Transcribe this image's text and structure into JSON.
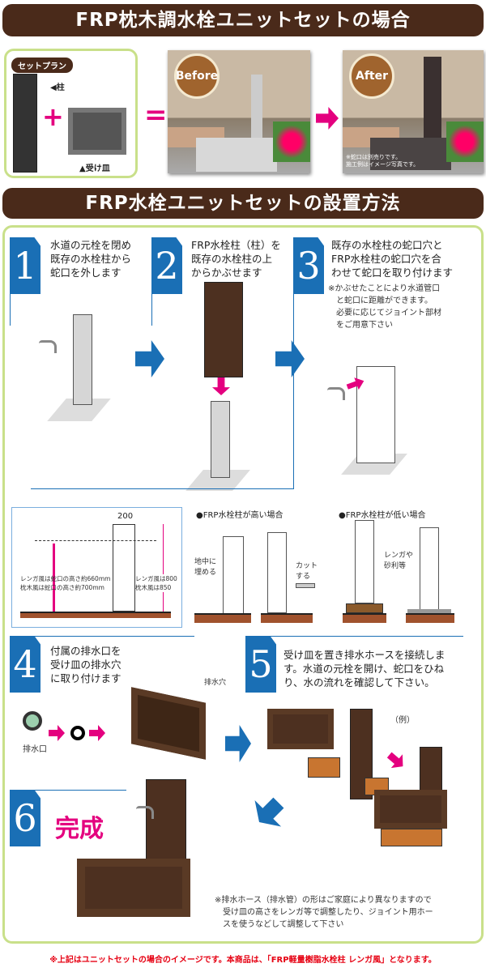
{
  "header1": "FRP枕木調水栓ユニットセットの場合",
  "set_plan": {
    "badge": "セットプラン",
    "pillar_label": "◀柱",
    "tray_label": "▲受け皿",
    "plus": "+",
    "equals": "="
  },
  "before_label": "Before",
  "after_label": "After",
  "after_note": "※蛇口は別売りです。\n施工例はイメージ写真です。",
  "header2": "FRP水栓ユニットセットの設置方法",
  "steps": [
    {
      "num": "1",
      "text": "水道の元栓を閉め\n既存の水栓柱から\n蛇口を外します"
    },
    {
      "num": "2",
      "text": "FRP水栓柱（柱）を\n既存の水栓柱の上\nからかぶせます"
    },
    {
      "num": "3",
      "text": "既存の水栓柱の蛇口穴と\nFRP水栓柱の蛇口穴を合\nわせて蛇口を取り付けます",
      "note": "※かぶせたことにより水道管口\n　と蛇口に距離ができます。\n　必要に応じてジョイント部材\n　をご用意下さい"
    },
    {
      "num": "4",
      "text": "付属の排水口を\n受け皿の排水穴\nに取り付けます",
      "drain_label": "排水口",
      "hole_label": "排水穴"
    },
    {
      "num": "5",
      "text": "受け皿を置き排水ホースを接続しま\nす。水道の元栓を開け、蛇口をひね\nり、水の流れを確認して下さい。",
      "example": "（例）"
    },
    {
      "num": "6",
      "text": "完成"
    }
  ],
  "dimension": {
    "width": "200",
    "faucet_height": "レンガ風は蛇口の高さ約660mm\n枕木風は蛇口の高さ約700mm",
    "pole_height": "レンガ風は800\n枕木風は850"
  },
  "case_high": {
    "title": "●FRP水栓柱が高い場合",
    "bury": "地中に\n埋める",
    "cut": "カット\nする"
  },
  "case_low": {
    "title": "●FRP水栓柱が低い場合",
    "brick": "レンガや\n砂利等"
  },
  "hose_note": "※排水ホース（排水管）の形はご家庭により異なりますので\n　受け皿の高さをレンガ等で調整したり、ジョイント用ホー\n　スを使うなどして調整して下さい",
  "footer": "※上記はユニットセットの場合のイメージです。本商品は、「FRP軽量樹脂水栓柱 レンガ風」となります。",
  "colors": {
    "brown": "#4a2a1a",
    "blue": "#1a6fb5",
    "pink": "#e4007f",
    "green": "#c9e08a",
    "red": "#e60012"
  }
}
